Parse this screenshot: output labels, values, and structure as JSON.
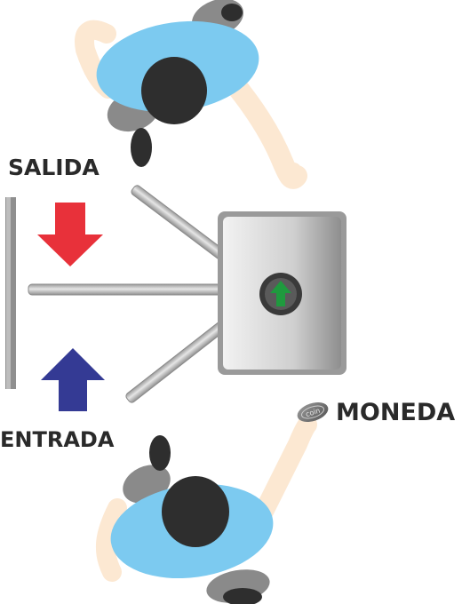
{
  "labels": {
    "exit": "SALIDA",
    "entry": "ENTRADA",
    "coin": "MONEDA",
    "coin_text": "coin"
  },
  "colors": {
    "exit_arrow": "#e8313a",
    "entry_arrow": "#343a94",
    "indicator_arrow": "#1f9a3e",
    "shirt": "#7ccaf0",
    "skin": "#fce8d2",
    "hair": "#2e2e2e",
    "shoulder": "#8a8a8a",
    "bar": "#b3b3b3",
    "housing": "#bdbdbd"
  },
  "icons": {
    "exit": "arrow-down-icon",
    "entry": "arrow-up-icon",
    "indicator": "arrow-up-icon",
    "coin": "coin-icon"
  }
}
